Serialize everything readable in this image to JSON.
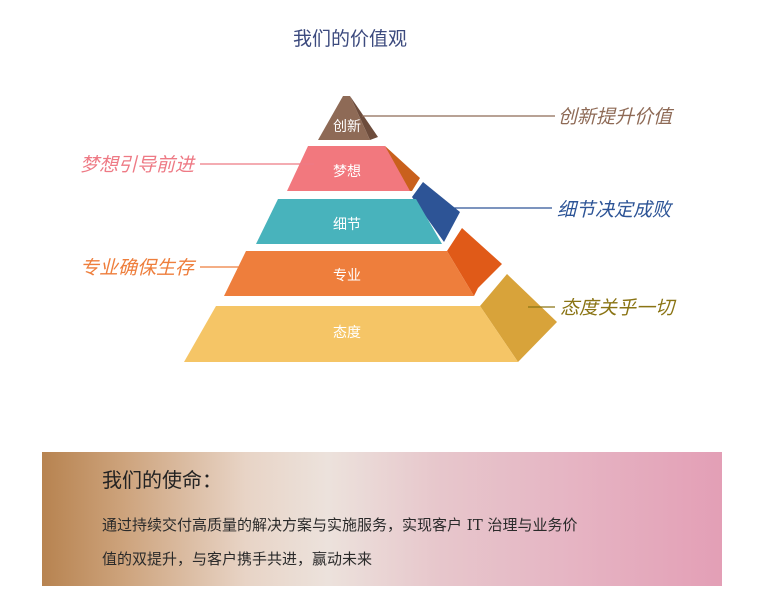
{
  "page_title": "我们的价值观",
  "tiers": [
    {
      "label": "创新",
      "front": "#8e6a56",
      "side": "#6d4c3c"
    },
    {
      "label": "梦想",
      "front": "#f2787e",
      "side": "#c9601c"
    },
    {
      "label": "细节",
      "front": "#48b3bc",
      "side": "#2d5496"
    },
    {
      "label": "专业",
      "front": "#ee7e3c",
      "side": "#e05a18"
    },
    {
      "label": "态度",
      "front": "#f5c566",
      "side": "#d8a33a"
    }
  ],
  "callouts": [
    {
      "text": "创新提升价值",
      "color": "#8e6a56"
    },
    {
      "text": "梦想引导前进",
      "color": "#ee7a85"
    },
    {
      "text": "细节决定成败",
      "color": "#2d5496"
    },
    {
      "text": "专业确保生存",
      "color": "#ee7e3c"
    },
    {
      "text": "态度关乎一切",
      "color": "#8a7414"
    }
  ],
  "mission": {
    "title": "我们的使命：",
    "line1": "通过持续交付高质量的解决方案与实施服务，实现客户 IT 治理与业务价",
    "line2": "值的双提升，与客户携手共进，赢动未来"
  }
}
